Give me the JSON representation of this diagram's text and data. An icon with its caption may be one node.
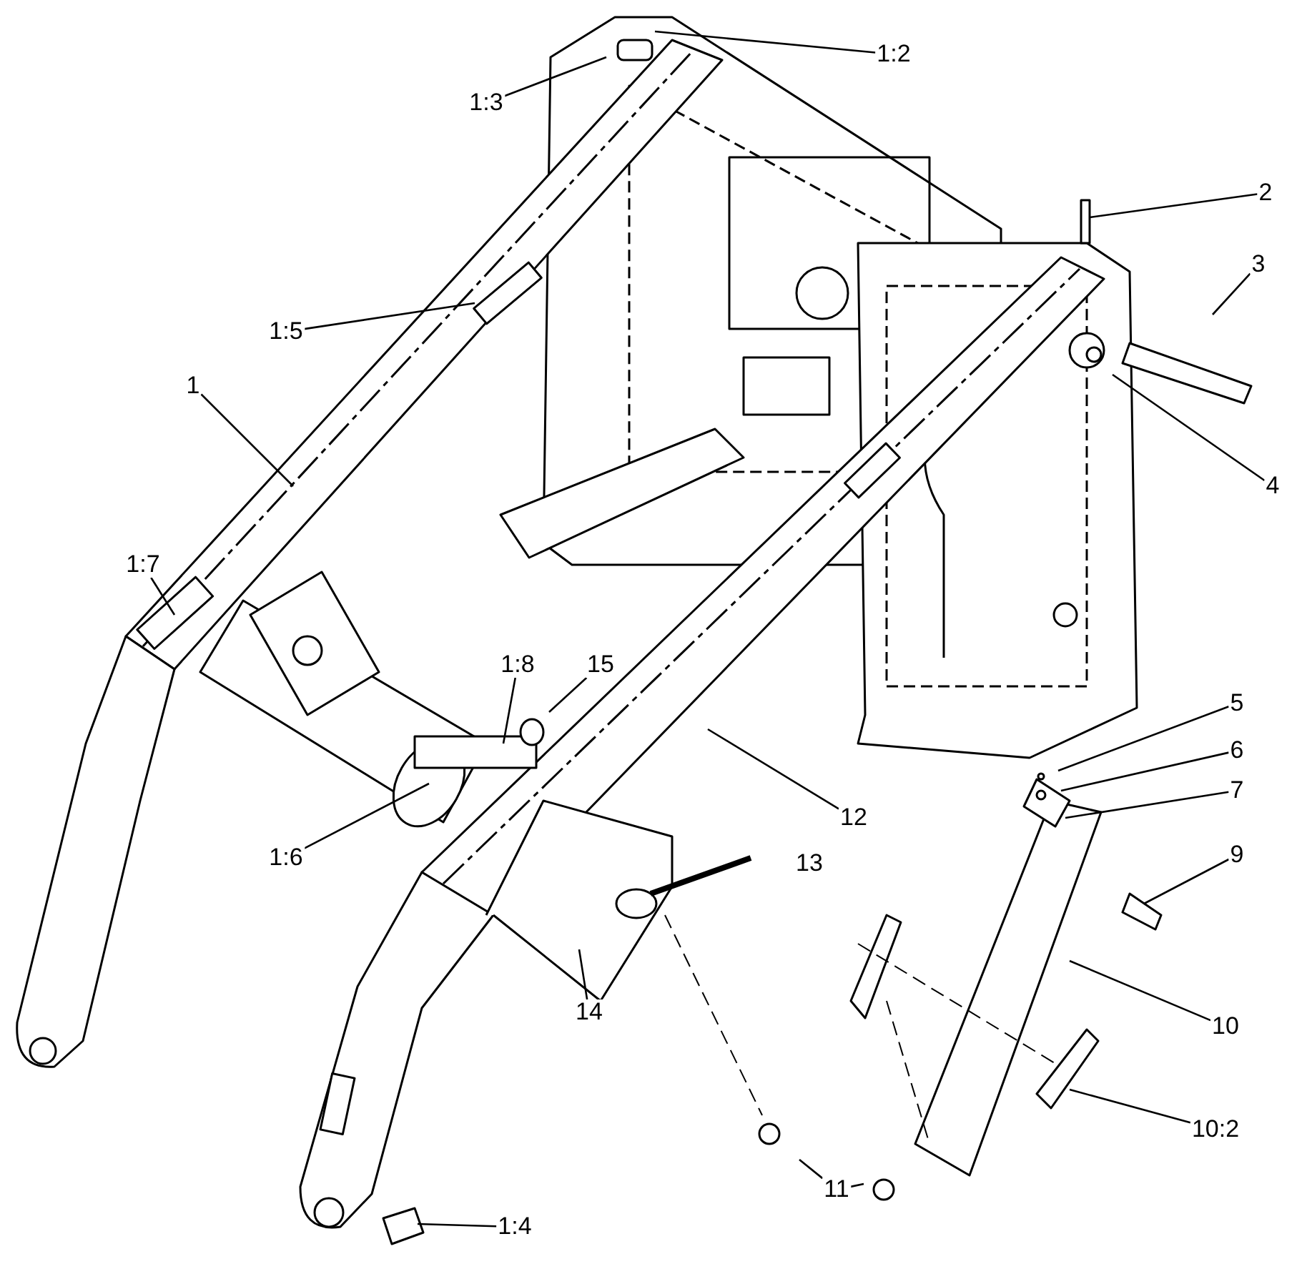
{
  "diagram": {
    "nodes": [
      {
        "text": [
          "1:2"
        ]
      },
      {
        "text": [
          "1:3"
        ]
      },
      {
        "text": [
          "2"
        ]
      },
      {
        "text": [
          "3"
        ]
      },
      {
        "text": [
          "1:5"
        ]
      },
      {
        "text": [
          "4"
        ]
      },
      {
        "text": [
          "1"
        ]
      },
      {
        "text": [
          "1:7"
        ]
      },
      {
        "text": [
          "1:8"
        ]
      },
      {
        "text": [
          "15"
        ]
      },
      {
        "text": [
          "5"
        ]
      },
      {
        "text": [
          "6"
        ]
      },
      {
        "text": [
          "7"
        ]
      },
      {
        "text": [
          "12"
        ]
      },
      {
        "text": [
          "9"
        ]
      },
      {
        "text": [
          "1:6"
        ]
      },
      {
        "text": [
          "14"
        ]
      },
      {
        "text": [
          "10"
        ]
      },
      {
        "text": [
          "10:2"
        ]
      },
      {
        "text": [
          "11"
        ]
      },
      {
        "text": [
          "1:4"
        ]
      },
      {
        "text": [
          "13"
        ]
      }
    ],
    "edges": [
      {
        "from": 0,
        "to": null,
        "arrow": "none"
      },
      {
        "from": 1,
        "to": null,
        "arrow": "none"
      },
      {
        "from": 2,
        "to": null,
        "arrow": "none"
      },
      {
        "from": 3,
        "to": null,
        "arrow": "none"
      },
      {
        "from": 4,
        "to": null,
        "arrow": "none"
      },
      {
        "from": 5,
        "to": null,
        "arrow": "none"
      },
      {
        "from": 6,
        "to": null,
        "arrow": "none"
      },
      {
        "from": 7,
        "to": null,
        "arrow": "none"
      },
      {
        "from": 8,
        "to": null,
        "arrow": "none"
      },
      {
        "from": 9,
        "to": null,
        "arrow": "none"
      },
      {
        "from": 10,
        "to": null,
        "arrow": "none"
      },
      {
        "from": 11,
        "to": null,
        "arrow": "none"
      },
      {
        "from": 12,
        "to": null,
        "arrow": "none"
      },
      {
        "from": 13,
        "to": null,
        "arrow": "none"
      },
      {
        "from": 14,
        "to": null,
        "arrow": "none"
      },
      {
        "from": 15,
        "to": null,
        "arrow": "none"
      },
      {
        "from": 16,
        "to": null,
        "arrow": "none"
      },
      {
        "from": 17,
        "to": null,
        "arrow": "none"
      },
      {
        "from": 18,
        "to": null,
        "arrow": "none"
      },
      {
        "from": 19,
        "to": null,
        "arrow": "none"
      },
      {
        "from": 19,
        "to": null,
        "arrow": "none"
      },
      {
        "from": 20,
        "to": null,
        "arrow": "none"
      }
    ]
  }
}
